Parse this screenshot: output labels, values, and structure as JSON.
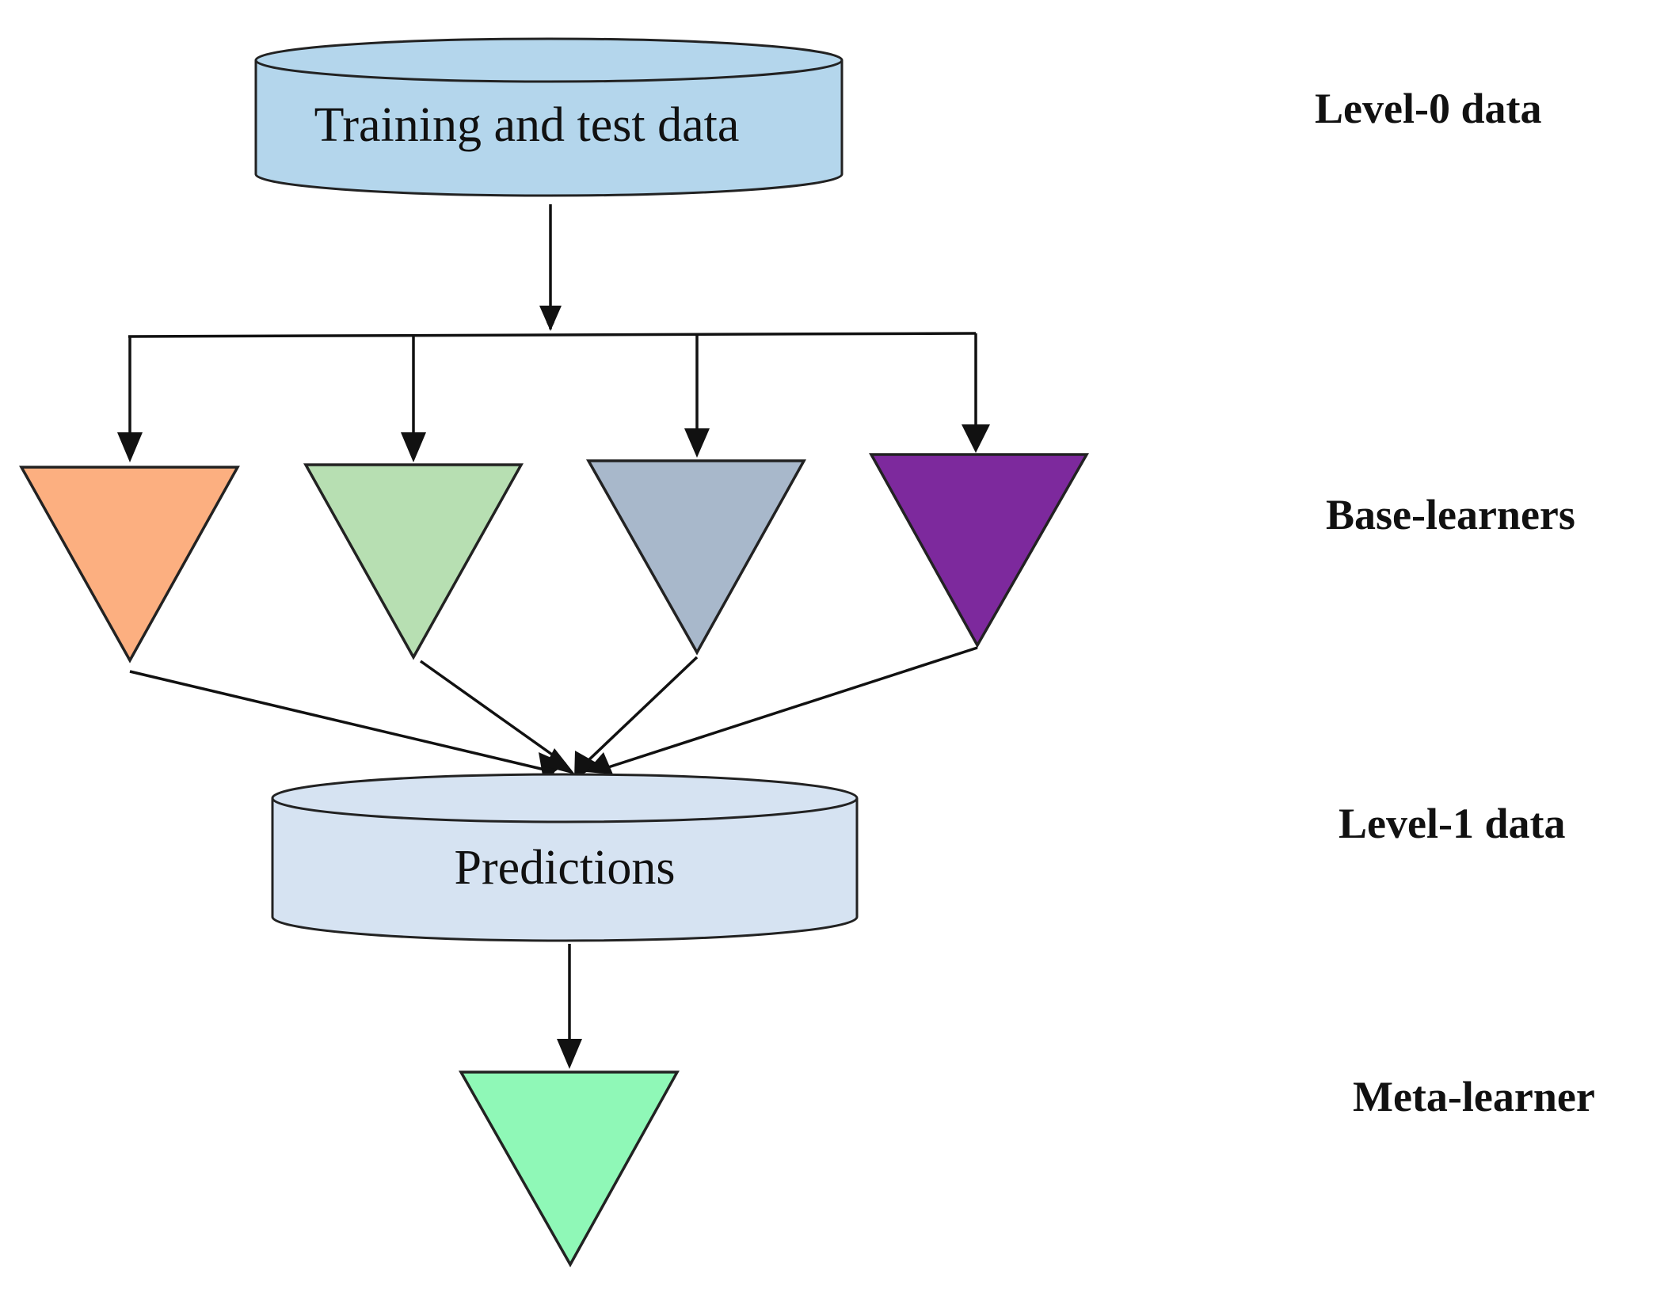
{
  "cylinders": {
    "data": {
      "label": "Training and test data",
      "fill": "#B4D6EC"
    },
    "predictions": {
      "label": "Predictions",
      "fill": "#D6E3F2"
    }
  },
  "levels": {
    "level0": "Level-0 data",
    "base": "Base-learners",
    "level1": "Level-1 data",
    "meta": "Meta-learner"
  },
  "colors": {
    "base_learner_1": "#FCAF80",
    "base_learner_2": "#B7DFB2",
    "base_learner_3": "#A8B8CB",
    "base_learner_4": "#7D299D",
    "meta_learner": "#8FF8B7",
    "stroke": "#111111"
  }
}
